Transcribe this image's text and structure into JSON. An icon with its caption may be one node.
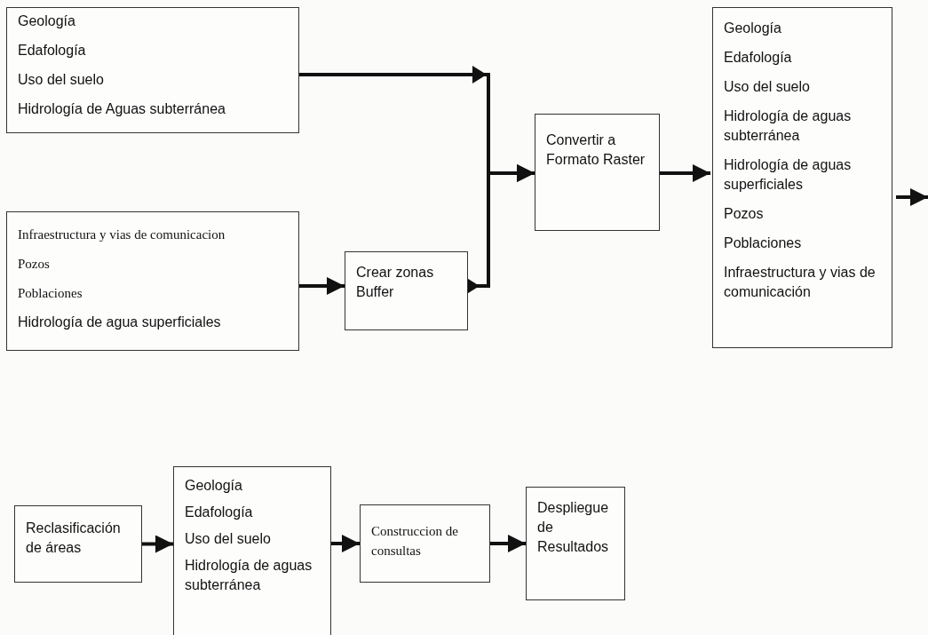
{
  "diagram": {
    "nodes": [
      {
        "text": [
          "Geología",
          "Edafología",
          "Uso del suelo",
          "Hidrología de Aguas subterránea"
        ]
      },
      {
        "text": [
          "Infraestructura y vias de comunicacion",
          "Pozos",
          "Poblaciones",
          "Hidrología de agua superficiales"
        ]
      },
      {
        "text": [
          "Crear zonas Buffer"
        ]
      },
      {
        "text": [
          "Convertir a Formato Raster"
        ]
      },
      {
        "text": [
          "Geología",
          "Edafología",
          "Uso del suelo",
          "Hidrología de aguas subterránea",
          "Hidrología de aguas superficiales",
          "Pozos",
          "Poblaciones",
          "Infraestructura y vias de comunicación"
        ]
      },
      {
        "text": [
          "Reclasificación de áreas"
        ]
      },
      {
        "text": [
          "Geología",
          "Edafología",
          "Uso del suelo",
          "Hidrología de aguas subterránea"
        ]
      },
      {
        "text": [
          "Construccion de consultas"
        ]
      },
      {
        "text": [
          "Despliegue de Resultados"
        ]
      }
    ],
    "edges": [
      {
        "from": 0,
        "to": 3,
        "arrow": "to"
      },
      {
        "from": 1,
        "to": 2,
        "arrow": "to"
      },
      {
        "from": 2,
        "to": 3,
        "arrow": "to"
      },
      {
        "from": 3,
        "to": 4,
        "arrow": "to"
      },
      {
        "from": 4,
        "to": null,
        "arrow": "to"
      },
      {
        "from": 5,
        "to": 6,
        "arrow": "to"
      },
      {
        "from": 6,
        "to": 7,
        "arrow": "to"
      },
      {
        "from": 7,
        "to": 8,
        "arrow": "to"
      }
    ]
  }
}
